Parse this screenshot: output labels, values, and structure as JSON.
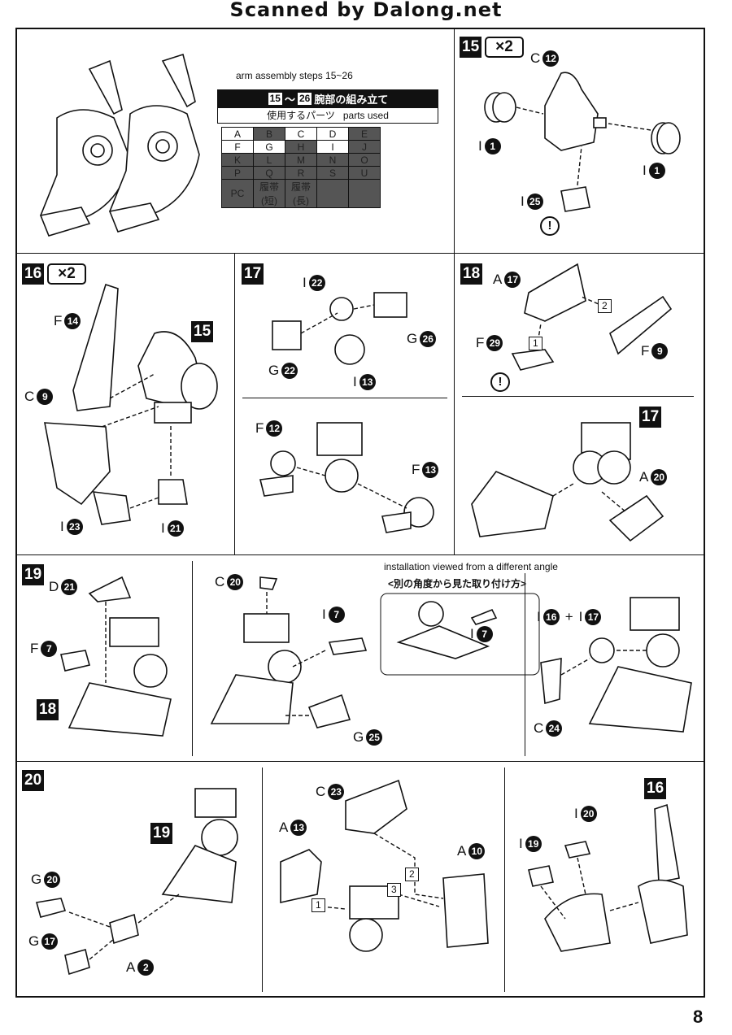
{
  "header": "Scanned by Dalong.net",
  "page_number": "8",
  "intro": {
    "caption": "arm assembly steps 15~26",
    "table_title_a": "15",
    "table_title_tilde": "～",
    "table_title_b": "26",
    "table_title_jp": "腕部の組み立て",
    "parts_used_jp": "使用するパーツ",
    "parts_used_en": "parts used",
    "rows": [
      [
        "A",
        "B",
        "C",
        "D",
        "E"
      ],
      [
        "F",
        "G",
        "H",
        "I",
        "J"
      ],
      [
        "K",
        "L",
        "M",
        "N",
        "O"
      ],
      [
        "P",
        "Q",
        "R",
        "S",
        "U"
      ],
      [
        "PC",
        "履帯(短)",
        "履帯(長)",
        "",
        ""
      ]
    ],
    "shaded": [
      [
        false,
        true,
        false,
        false,
        true
      ],
      [
        false,
        false,
        true,
        false,
        true
      ],
      [
        true,
        true,
        true,
        true,
        true
      ],
      [
        true,
        true,
        true,
        true,
        true
      ],
      [
        true,
        true,
        true,
        true,
        true
      ]
    ]
  },
  "steps": {
    "s15": {
      "num": "15",
      "mult": "×2",
      "labels": [
        "C",
        "12",
        "I",
        "1",
        "I",
        "1",
        "I",
        "25"
      ]
    },
    "s16": {
      "num": "16",
      "mult": "×2",
      "ref": "15",
      "labels": [
        "F",
        "14",
        "C",
        "9",
        "I",
        "23",
        "I",
        "21"
      ]
    },
    "s17": {
      "num": "17",
      "labels": [
        "I",
        "22",
        "G",
        "22",
        "G",
        "26",
        "I",
        "13",
        "F",
        "12",
        "F",
        "13"
      ]
    },
    "s18": {
      "num": "18",
      "ref": "17",
      "labels": [
        "A",
        "17",
        "F",
        "29",
        "F",
        "9",
        "A",
        "20"
      ],
      "arrows": [
        "2",
        "1"
      ]
    },
    "s19": {
      "num": "19",
      "ref": "18",
      "labels": [
        "D",
        "21",
        "F",
        "7",
        "C",
        "20",
        "I",
        "7",
        "G",
        "25",
        "I",
        "16",
        "+",
        "I",
        "17",
        "C",
        "24",
        "I",
        "7"
      ],
      "note_en": "installation viewed from a different angle",
      "note_jp": "<別の角度から見た取り付け方>"
    },
    "s20": {
      "num": "20",
      "ref19": "19",
      "ref16": "16",
      "labels": [
        "G",
        "20",
        "G",
        "17",
        "A",
        "2",
        "C",
        "23",
        "A",
        "13",
        "A",
        "10",
        "I",
        "20",
        "I",
        "19"
      ],
      "arrows": [
        "1",
        "2",
        "3"
      ]
    }
  }
}
